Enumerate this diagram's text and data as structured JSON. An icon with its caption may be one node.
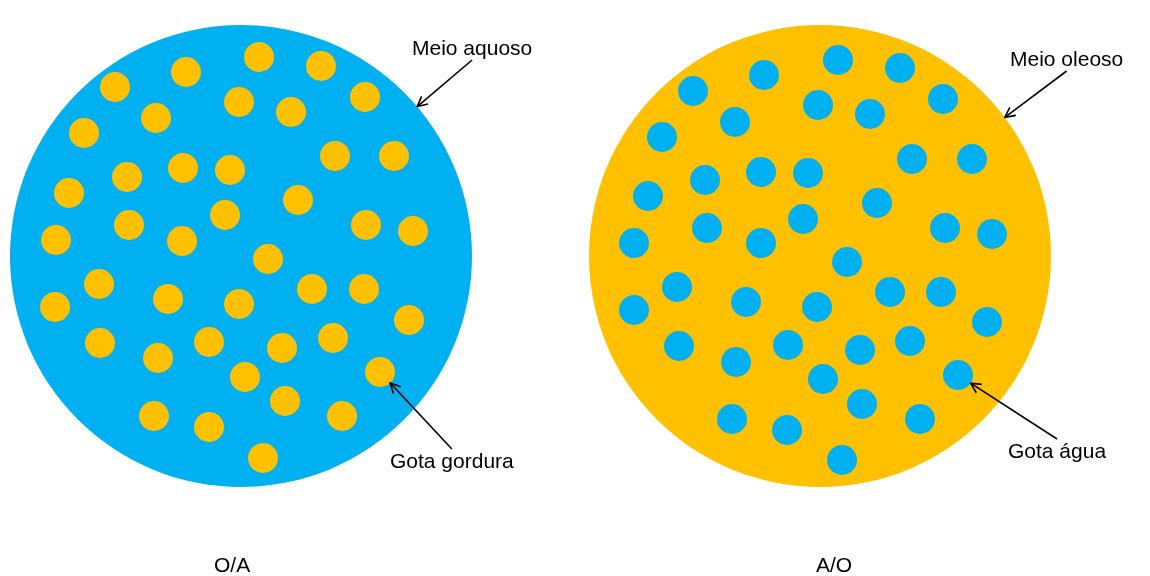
{
  "diagram": {
    "nodes": [
      {
        "text": [],
        "shape": "circle"
      },
      {
        "text": [
          "Meio aquoso"
        ]
      },
      {
        "text": [
          "Gota gordura"
        ]
      },
      {
        "text": [],
        "shape": "circle",
        "in": 0
      },
      {
        "text": [],
        "shape": "circle"
      },
      {
        "text": [
          "Meio oleoso"
        ]
      },
      {
        "text": [
          "Gota água"
        ]
      },
      {
        "text": [],
        "shape": "circle",
        "in": 4
      }
    ],
    "edges": [
      {
        "from": 1,
        "to": 0,
        "arrow": "to"
      },
      {
        "from": 2,
        "to": 3,
        "arrow": "to"
      },
      {
        "from": 5,
        "to": 4,
        "arrow": "to"
      },
      {
        "from": 6,
        "to": 7,
        "arrow": "to"
      }
    ],
    "labels": [
      "O/A",
      "A/O"
    ]
  }
}
